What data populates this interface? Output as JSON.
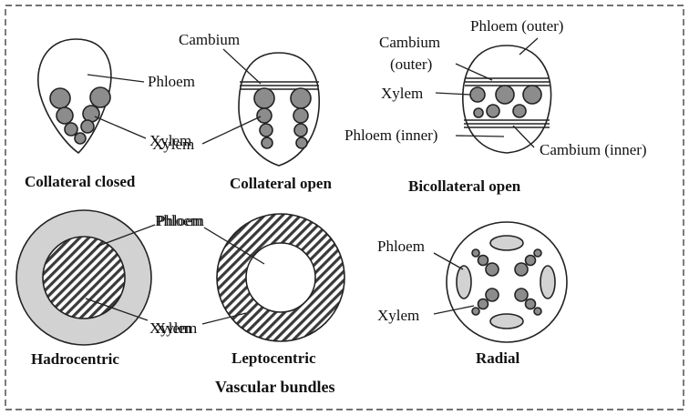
{
  "colors": {
    "outline": "#222222",
    "xylem_fill": "#8c8c8c",
    "phloem_fill": "#d2d2d2",
    "background": "#ffffff"
  },
  "labels": {
    "phloem": "Phloem",
    "xylem": "Xylem",
    "cambium": "Cambium",
    "cambium_outer_line1": "Cambium",
    "cambium_outer_line2": "(outer)",
    "phloem_outer": "Phloem (outer)",
    "phloem_inner": "Phloem (inner)",
    "cambium_inner": "Cambium (inner)"
  },
  "captions": {
    "collateral_closed": "Collateral closed",
    "collateral_open": "Collateral open",
    "bicollateral_open": "Bicollateral open",
    "hadrocentric": "Hadrocentric",
    "leptocentric": "Leptocentric",
    "radial": "Radial"
  },
  "title": "Vascular bundles"
}
